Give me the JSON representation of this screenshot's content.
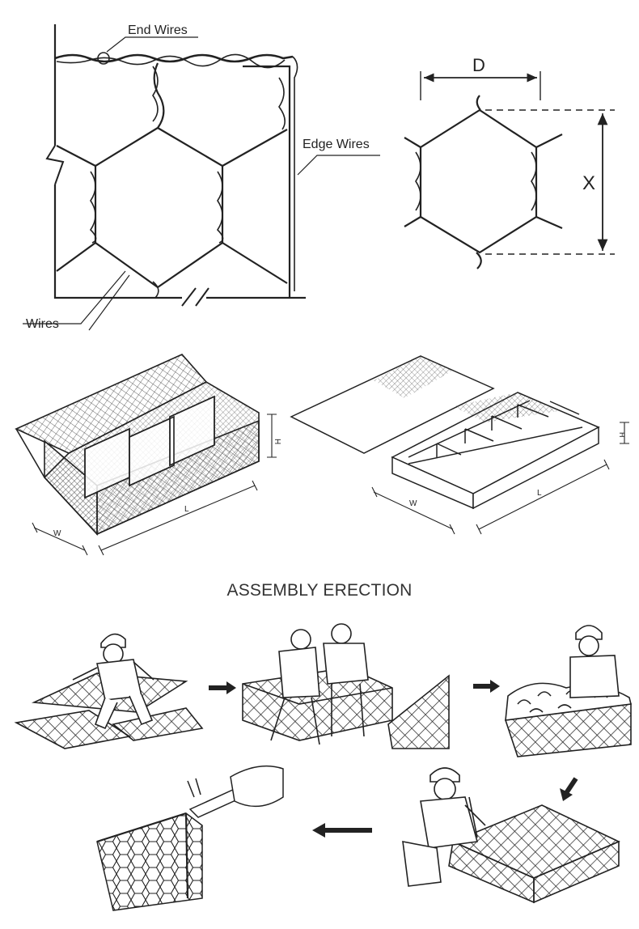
{
  "panel_mesh": {
    "labels": {
      "end_wires": "End Wires",
      "edge_wires": "Edge Wires",
      "wires": "Wires"
    }
  },
  "panel_dimension": {
    "labels": {
      "d": "D",
      "x": "X"
    }
  },
  "panel_boxes": {
    "left_box": {
      "h": "H",
      "w": "W",
      "l": "L"
    },
    "right_box": {
      "h": "H",
      "w": "W",
      "l": "L"
    }
  },
  "assembly": {
    "heading": "ASSEMBLY ERECTION"
  },
  "colors": {
    "line": "#222222",
    "background": "#ffffff"
  },
  "icons": [
    "arrow-right-icon",
    "arrow-down-left-icon",
    "arrow-left-icon",
    "worker-icon",
    "pliers-icon"
  ]
}
